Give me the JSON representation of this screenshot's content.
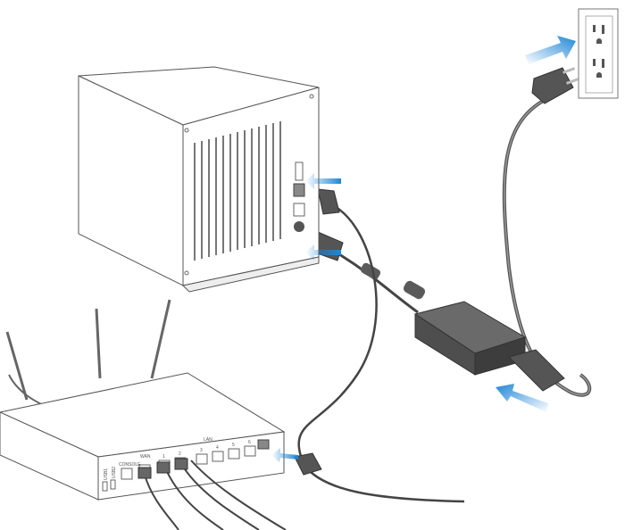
{
  "router": {
    "ports": {
      "usb1": "USB1",
      "usb2": "USB2",
      "console": "CONSOLE",
      "wan": "WAN",
      "lan": "LAN",
      "lan_numbers": [
        "1",
        "2",
        "3",
        "4",
        "5",
        "6"
      ]
    }
  },
  "colors": {
    "arrow": "#2a8fd8",
    "outline": "#444444",
    "adapter": "#5a5a5a",
    "cable": "#555555"
  }
}
